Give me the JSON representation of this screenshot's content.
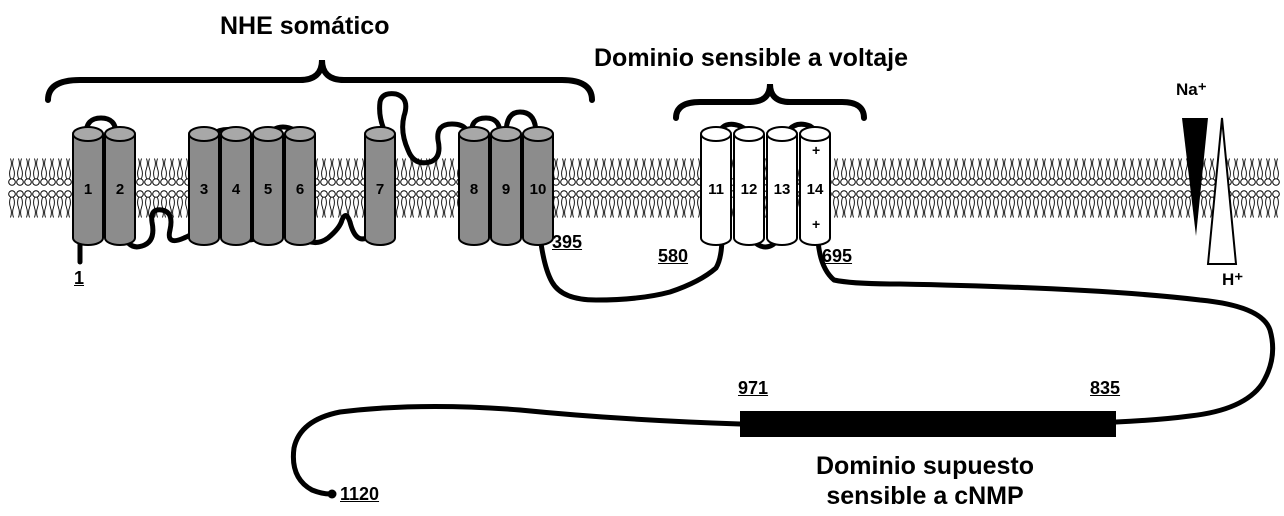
{
  "labels": {
    "nhe_somatico": "NHE somático",
    "dominio_voltaje": "Dominio sensible a voltaje",
    "dominio_cnmp_line1": "Dominio supuesto",
    "dominio_cnmp_line2": "sensible a cNMP",
    "na": "Na⁺",
    "h": "H⁺",
    "plus_top": "+",
    "plus_bottom": "+"
  },
  "residues": {
    "r1": "1",
    "r395": "395",
    "r580": "580",
    "r695": "695",
    "r971": "971",
    "r835": "835",
    "r1120": "1120"
  },
  "helices": {
    "somatic": [
      "1",
      "2",
      "3",
      "4",
      "5",
      "6",
      "7",
      "8",
      "9",
      "10"
    ],
    "voltage": [
      "11",
      "12",
      "13",
      "14"
    ]
  },
  "colors": {
    "somatic_helix": "#8c8c8c",
    "voltage_helix": "#ffffff",
    "membrane_line": "#000000",
    "cnmp_domain": "#000000"
  }
}
